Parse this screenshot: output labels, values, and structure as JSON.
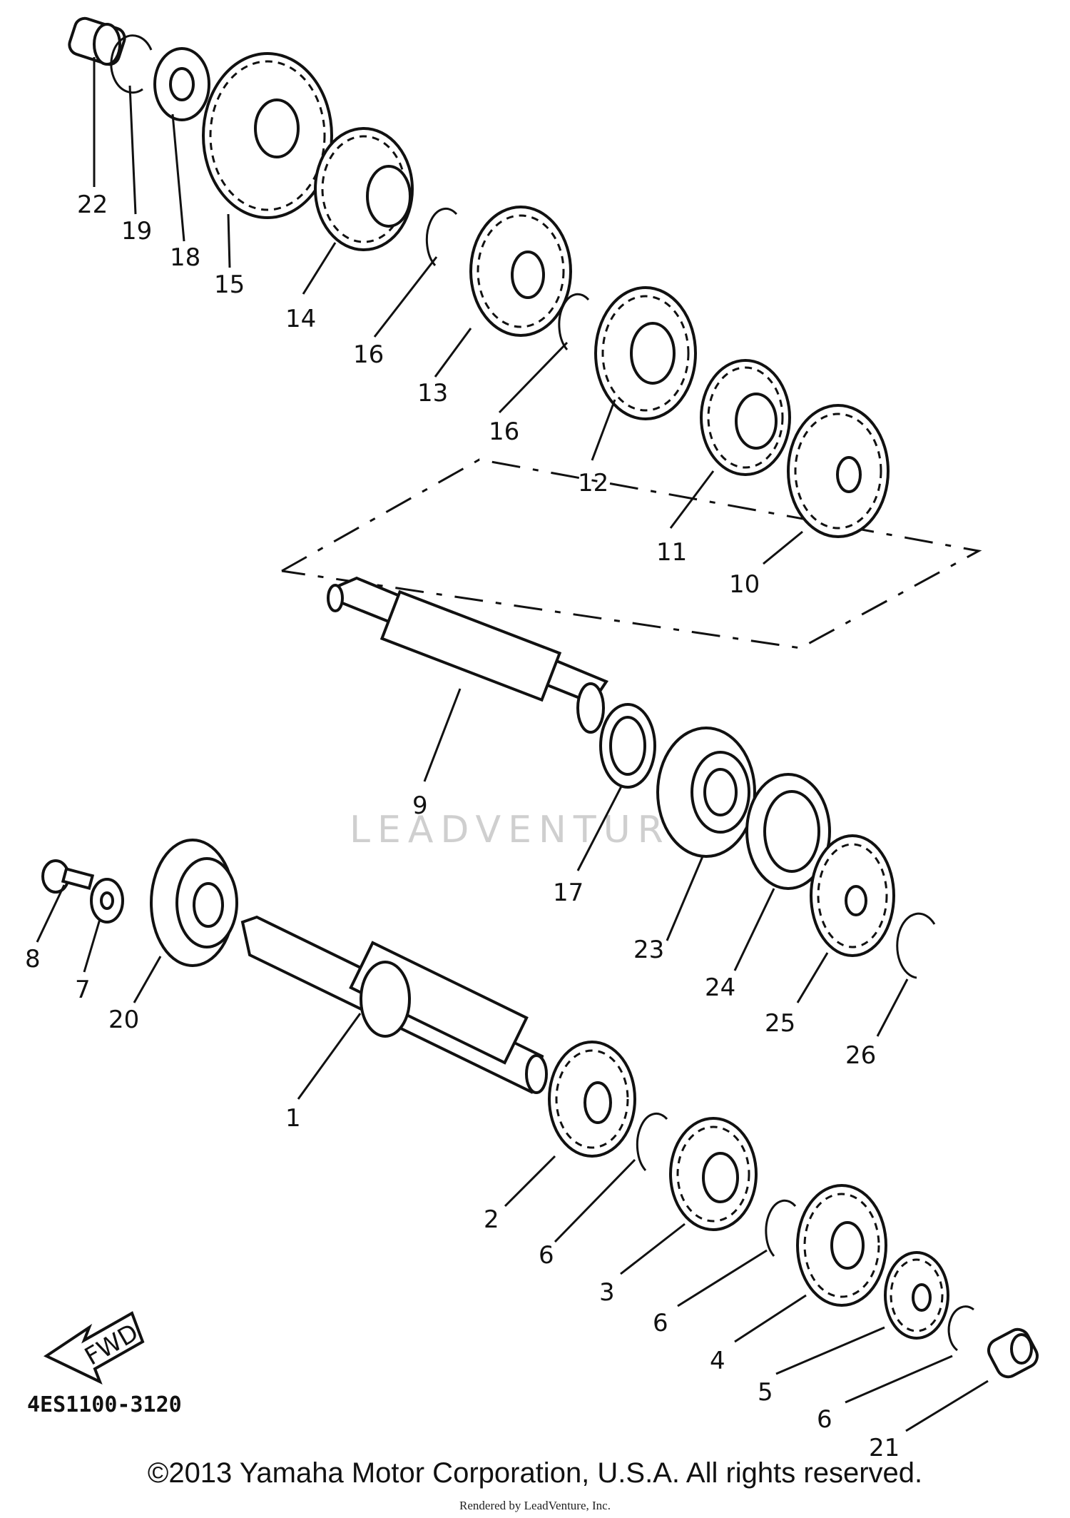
{
  "diagram_code": "4ES1100-3120",
  "fwd_label": "FWD",
  "watermark": "LEADVENTURE",
  "copyright": "©2013 Yamaha Motor Corporation, U.S.A. All rights reserved.",
  "rendered_by": "Rendered by LeadVenture, Inc.",
  "callouts": [
    "22",
    "19",
    "18",
    "15",
    "14",
    "16",
    "13",
    "16",
    "12",
    "11",
    "10",
    "9",
    "17",
    "23",
    "24",
    "25",
    "26",
    "8",
    "7",
    "20",
    "1",
    "2",
    "6",
    "3",
    "6",
    "4",
    "5",
    "6",
    "21"
  ]
}
